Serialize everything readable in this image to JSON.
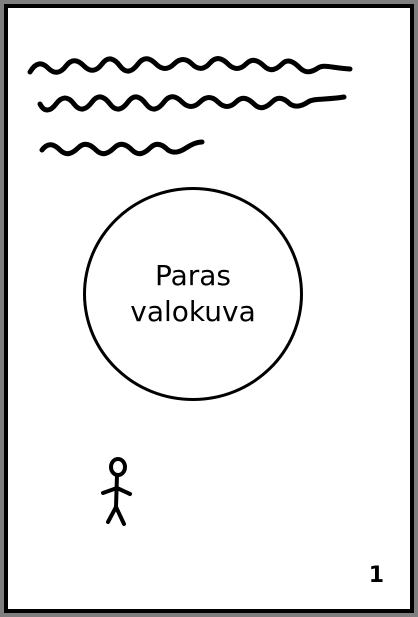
{
  "card": {
    "circle_line1": "Paras",
    "circle_line2": "valokuva",
    "page_number": "1"
  },
  "icons": {
    "scribbles": "scribble-text-lines",
    "figure": "stick-figure-icon"
  },
  "colors": {
    "background": "#7f7f7f",
    "paper": "#ffffff",
    "ink": "#000000"
  }
}
